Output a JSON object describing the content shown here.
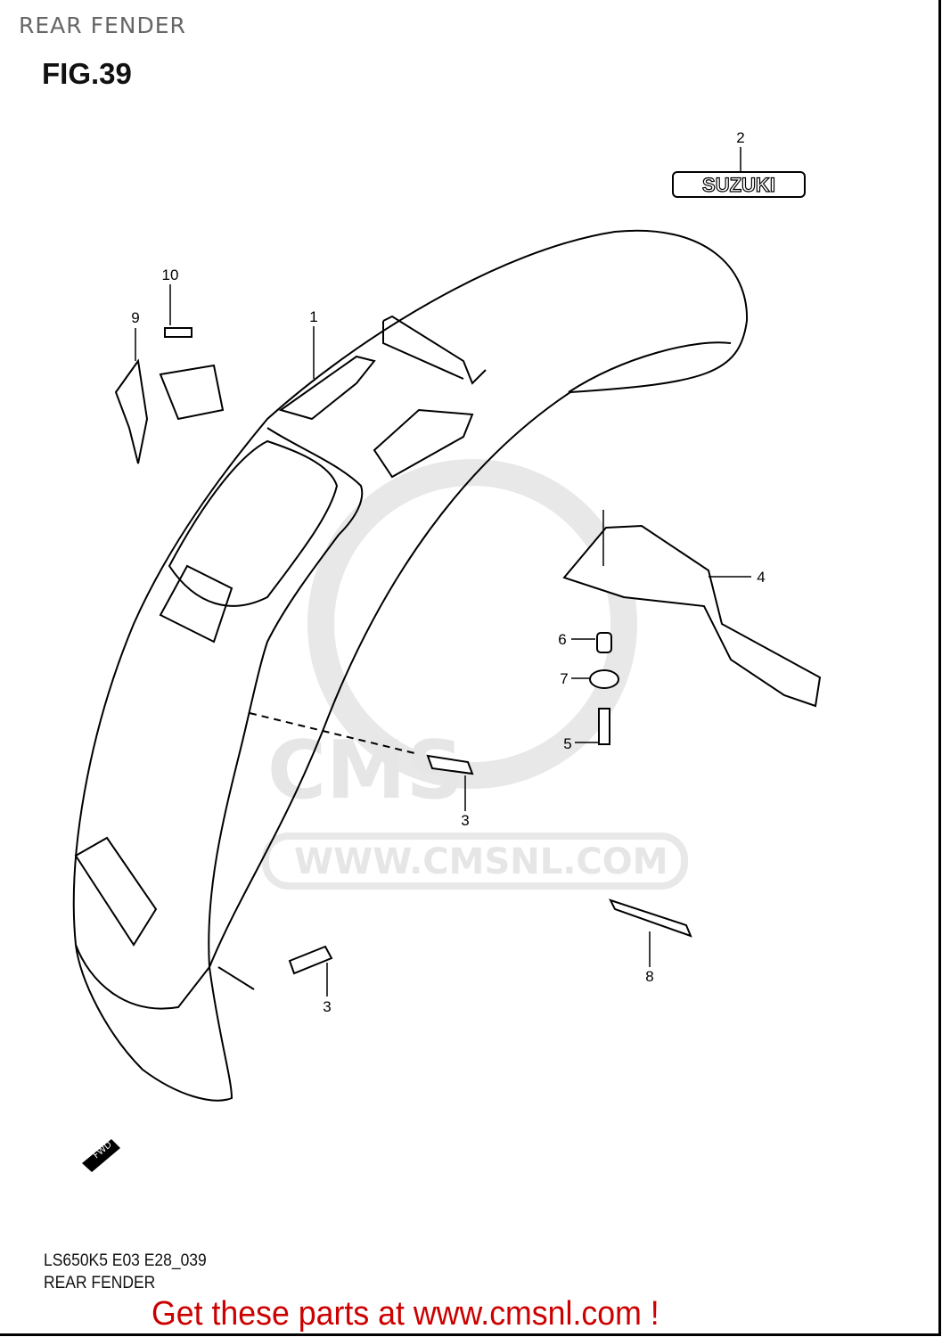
{
  "header": {
    "title": "REAR FENDER",
    "figure": "FIG.39"
  },
  "diagram": {
    "callouts": [
      "1",
      "2",
      "3",
      "3",
      "4",
      "5",
      "6",
      "7",
      "8",
      "9",
      "10"
    ],
    "emblem_text": "SUZUKI",
    "direction_marker": "FWD",
    "watermark": {
      "logo": "CMS",
      "url": "WWW.CMSNL.COM"
    }
  },
  "footer": {
    "code": "LS650K5 E03 E28_039",
    "caption": "REAR FENDER",
    "promo": "Get these parts at www.cmsnl.com !",
    "promo_color": "#cc0000"
  }
}
